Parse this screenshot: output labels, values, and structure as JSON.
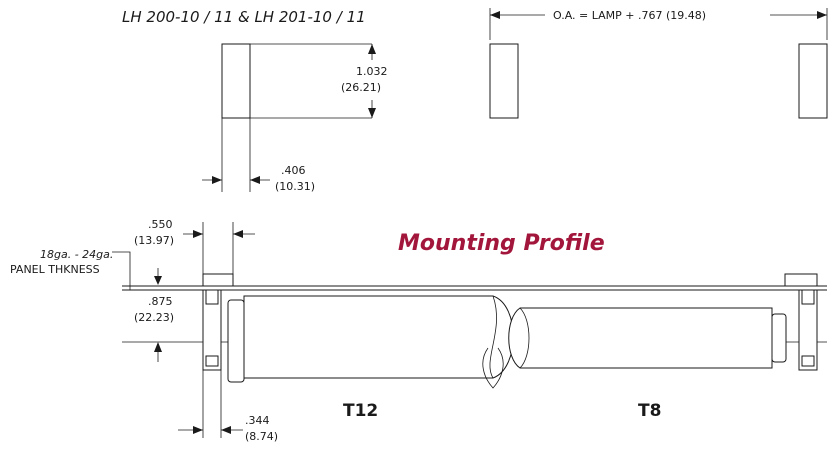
{
  "header": {
    "part_numbers": "LH 200-10 / 11 & LH 201-10 / 11",
    "overall_length": "O.A. = LAMP + .767 (19.48)"
  },
  "dimensions": {
    "height_in": "1.032",
    "height_mm": "(26.21)",
    "width_in": ".406",
    "width_mm": "(10.31)",
    "offset_in": ".550",
    "offset_mm": "(13.97)",
    "panel_in": ".875",
    "panel_mm": "(22.23)",
    "base_in": ".344",
    "base_mm": "(8.74)"
  },
  "panel": {
    "gauge": "18ga. - 24ga.",
    "label": "PANEL THKNESS"
  },
  "profile": {
    "title": "Mounting Profile",
    "lamp_left": "T12",
    "lamp_right": "T8"
  }
}
